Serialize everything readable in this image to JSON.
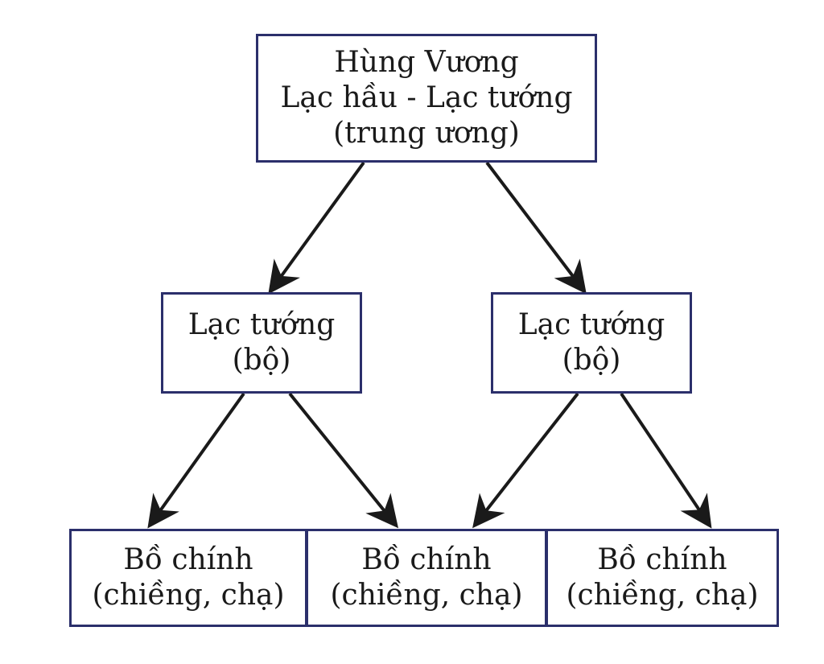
{
  "diagram": {
    "nodes": {
      "root": {
        "lines": [
          "Hùng Vương",
          "Lạc hầu - Lạc tướng",
          "(trung ương)"
        ]
      },
      "mid_left": {
        "lines": [
          "Lạc tướng",
          "(bộ)"
        ]
      },
      "mid_right": {
        "lines": [
          "Lạc tướng",
          "(bộ)"
        ]
      },
      "bot_1": {
        "lines": [
          "Bồ chính",
          "(chiềng, chạ)"
        ]
      },
      "bot_2": {
        "lines": [
          "Bồ chính",
          "(chiềng, chạ)"
        ]
      },
      "bot_3": {
        "lines": [
          "Bồ chính",
          "(chiềng, chạ)"
        ]
      }
    },
    "edges": [
      {
        "from": "root",
        "to": "mid_left"
      },
      {
        "from": "root",
        "to": "mid_right"
      },
      {
        "from": "mid_left",
        "to": "bot_1"
      },
      {
        "from": "mid_left",
        "to": "bot_2"
      },
      {
        "from": "mid_right",
        "to": "bot_2"
      },
      {
        "from": "mid_right",
        "to": "bot_3"
      }
    ],
    "colors": {
      "box_border": "#2b2f6b",
      "arrow": "#1a1a1a",
      "text": "#1a1a1a"
    }
  }
}
